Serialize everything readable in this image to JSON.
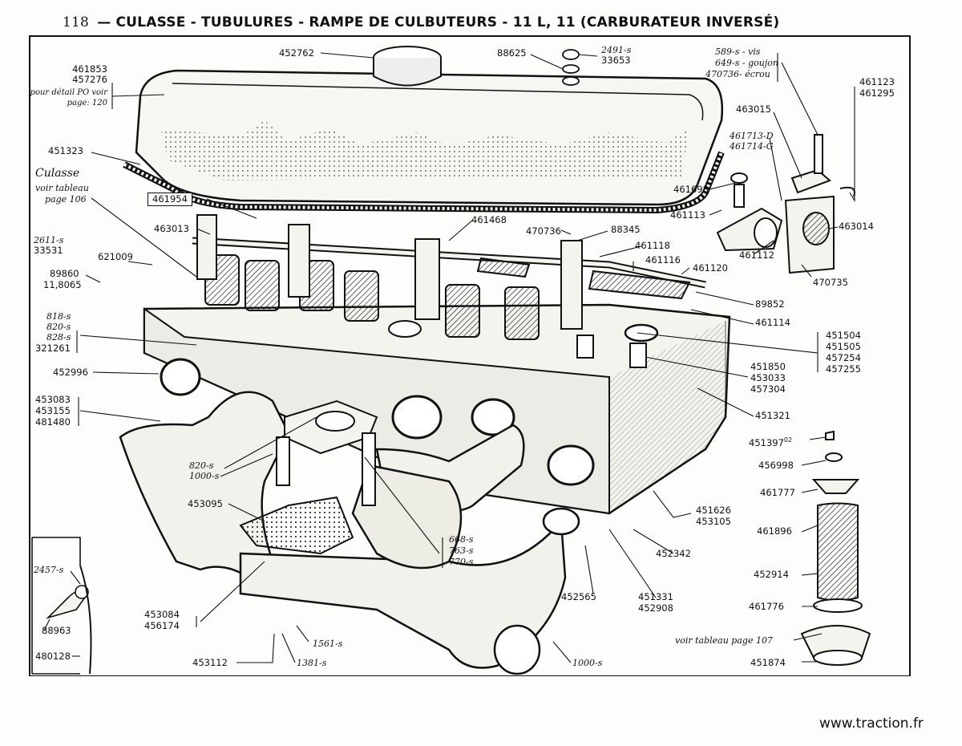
{
  "header": {
    "page_number": "118",
    "title": "— CULASSE - TUBULURES - RAMPE DE CULBUTEURS - 11 L, 11 (CARBURATEUR INVERSÉ)"
  },
  "labels": {
    "l452762": "452762",
    "l88625": "88625",
    "l2491s": "2491-s",
    "l33653": "33653",
    "l461853": "461853",
    "l457276": "457276",
    "l_detail": "pour détail PO voir",
    "l_page120": "page: 120",
    "l589": "589-s - vis",
    "l649": "649-s - goujon",
    "l470736e": "470736- écrou",
    "l461123": "461123",
    "l461295": "461295",
    "l463015": "463015",
    "l461713": "461713-D",
    "l461714": "461714-G",
    "l451323": "451323",
    "l_culasse": "Culasse",
    "l_voirtab": "voir tableau",
    "l_page106": "page 106",
    "l461954": "461954",
    "l461698": "461698",
    "l461113": "461113",
    "l463014": "463014",
    "l463013": "463013",
    "l461468": "461468",
    "l470736": "470736",
    "l88345": "88345",
    "l461112": "461112",
    "l2611s": "2611-s",
    "l33531": "33531",
    "l621009": "621009",
    "l461118": "461118",
    "l461116": "461116",
    "l461120": "461120",
    "l470735": "470735",
    "l89860": "89860",
    "l118065": "11,8065",
    "l89852": "89852",
    "l818s": "818-s",
    "l820s": "820-s",
    "l828s": "828-s",
    "l321261": "321261",
    "l461114": "461114",
    "l451504": "451504",
    "l451505": "451505",
    "l457254": "457254",
    "l457255": "457255",
    "l452996": "452996",
    "l451850": "451850",
    "l453033": "453033",
    "l457304": "457304",
    "l453083": "453083",
    "l453155": "453155",
    "l481480": "481480",
    "l451321": "451321",
    "l451397": "451397",
    "l451397sup": "02",
    "l820s2": "820-s",
    "l1000s": "1000-s",
    "l456998": "456998",
    "l461777": "461777",
    "l453095": "453095",
    "l451626": "451626",
    "l453105": "453105",
    "l668s": "668-s",
    "l763s": "763-s",
    "l770s": "770-s",
    "l461896": "461896",
    "l452342": "452342",
    "l2457s": "2457-s",
    "l452914": "452914",
    "l452565": "452565",
    "l451331": "451331",
    "l452908": "452908",
    "l453084": "453084",
    "l456174": "456174",
    "l461776": "461776",
    "l88963": "88963",
    "l1561s": "1561-s",
    "l_voirtab107": "voir tableau page 107",
    "l480128": "480128",
    "l453112": "453112",
    "l1381s": "1381-s",
    "l1000s2": "1000-s",
    "l451874": "451874"
  },
  "footer": {
    "url": "www.traction.fr"
  }
}
